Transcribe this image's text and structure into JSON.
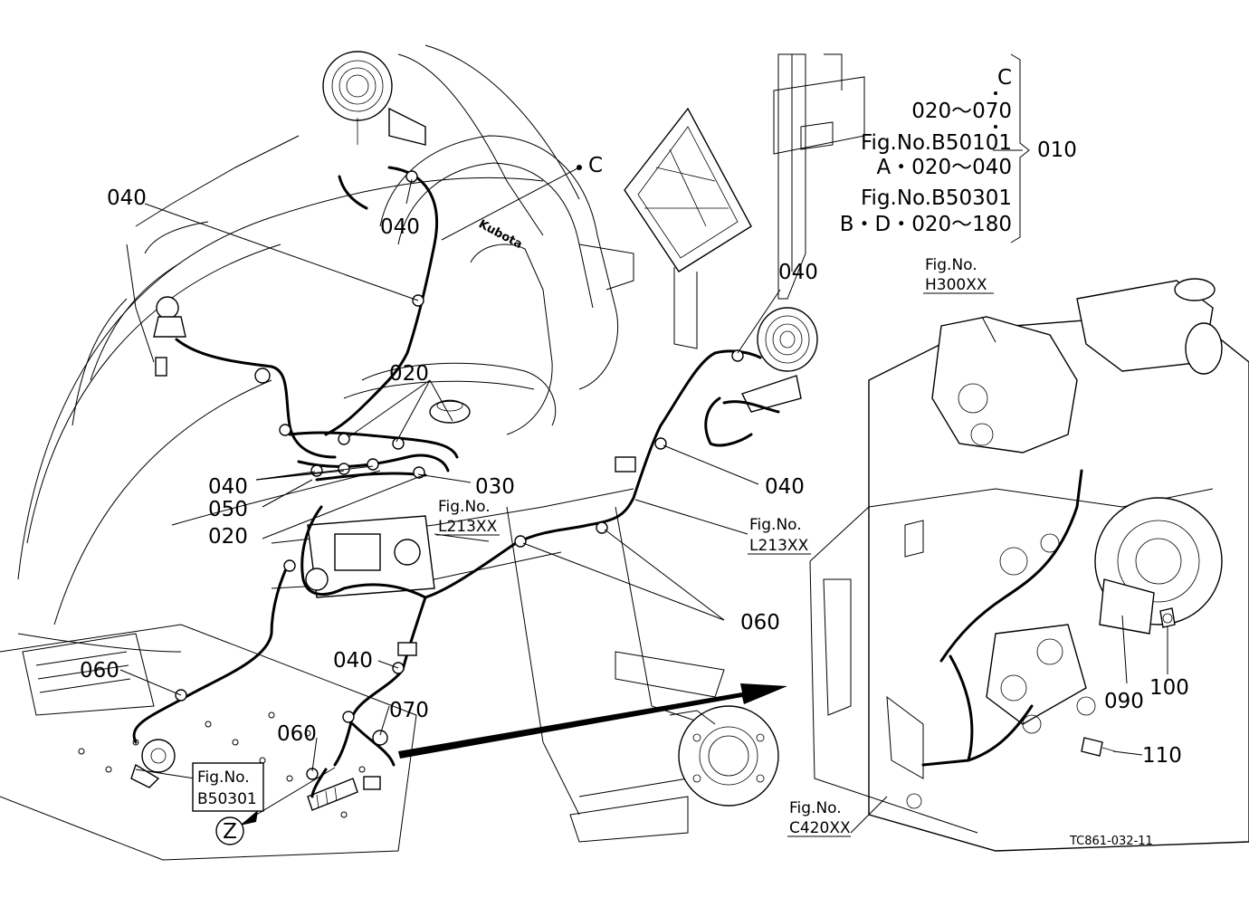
{
  "legend": {
    "line1": "C",
    "line2": "020～070",
    "line3": "Fig.No.B50101",
    "line4": "A・020～040",
    "line5": "Fig.No.B50301",
    "line6": "B・D・020～180",
    "group_label": "010"
  },
  "callouts": {
    "c_040_a": "040",
    "c_040_b": "040",
    "c_040_c": "040",
    "c_040_d": "040",
    "c_040_e": "040",
    "c_040_f": "040",
    "c_c": "C",
    "c_020_a": "020",
    "c_020_b": "020",
    "c_030": "030",
    "c_050": "050",
    "c_060_a": "060",
    "c_060_b": "060",
    "c_060_c": "060",
    "c_070": "070",
    "c_090": "090",
    "c_100": "100",
    "c_110": "110",
    "c_z": "Z"
  },
  "refs": {
    "h300_l1": "Fig.No.",
    "h300_l2": "H300XX",
    "l213a_l1": "Fig.No.",
    "l213a_l2": "L213XX",
    "l213b_l1": "Fig.No.",
    "l213b_l2": "L213XX",
    "b50301_l1": "Fig.No.",
    "b50301_l2": "B50301",
    "c420_l1": "Fig.No.",
    "c420_l2": "C420XX"
  },
  "brand": "Kubota",
  "drawing_code": "TC861-032-11"
}
